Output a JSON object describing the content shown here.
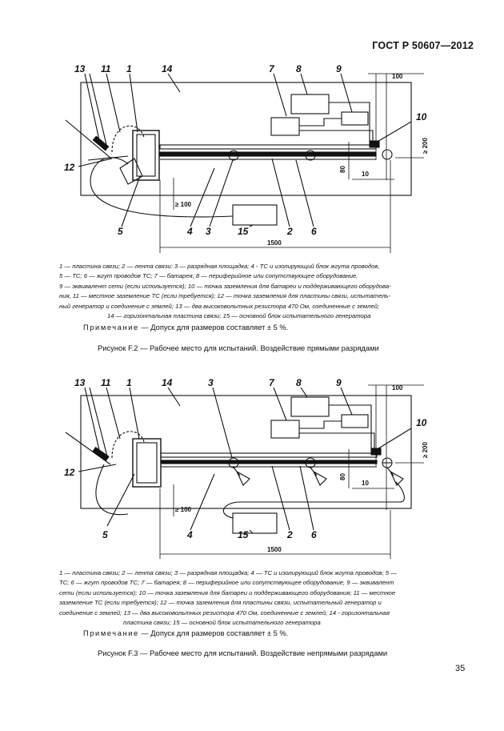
{
  "header": {
    "doc_code": "ГОСТ Р 50607—2012"
  },
  "figure_f2": {
    "labels": {
      "n13": "13",
      "n11": "11",
      "n1": "1",
      "n14": "14",
      "n7": "7",
      "n8": "8",
      "n9": "9",
      "n10": "10",
      "n12": "12",
      "n5": "5",
      "n4": "4",
      "n3": "3",
      "n15": "15",
      "n2": "2",
      "n6": "6"
    },
    "dims": {
      "d100_top": "100",
      "d200": "≥ 200",
      "d80": "80",
      "d10": "10",
      "d100_left": "≥ 100",
      "d1500": "1500"
    },
    "legend": [
      "1 — пластина связи; 2 — лента связи: 3 — разрядная площадка; 4 - ТС и изолирующий блок жгута проводов,",
      "5 — ТС; 6 — жгут проводов ТС; 7 — батарея; 8 — периферийное или сопутствующее оборудование,",
      "9 — эквивалент сети (если используется); 10 — точка заземления для батареи и поддерживающего оборудова-",
      "ния, 11 — местное заземление ТС (если требуется); 12 — точка заземления для пластины связи, испытатель-",
      "ный генератор и соединение с землей; 13 — два высоковольтных резистора 470 Ом, соединенные с землей;",
      "14 — горизонтальная пластина связи; 15 — основной блок испытательного генератора"
    ],
    "note_label": "Примечание",
    "note_text": "— Допуск для размеров составляет ± 5 %.",
    "caption": "Рисунок F.2 — Рабочее место для испытаний. Воздействие прямыми разрядами"
  },
  "figure_f3": {
    "labels": {
      "n13": "13",
      "n11": "11",
      "n1": "1",
      "n14": "14",
      "n3": "3",
      "n7": "7",
      "n8": "8",
      "n9": "9",
      "n10": "10",
      "n12": "12",
      "n5": "5",
      "n4": "4",
      "n15": "15",
      "n2": "2",
      "n6": "6"
    },
    "dims": {
      "d100_top": "100",
      "d200": "≥ 200",
      "d80": "80",
      "d10": "10",
      "d100_left": "≥ 100",
      "d1500": "1500"
    },
    "legend": [
      "1 — пластина связи; 2 — лента связи; 3 — разрядная площадка; 4 — ТС и изолирующий блок жгута проводов; 5 —",
      "ТС; 6 — жгут проводов ТС; 7 — батарея; 8 — периферийное или сопутствующее оборудование, 9 — эквивалент",
      "сети (если используется); 10 — точка заземления для батареи и поддерживающего оборудования; 11 — местное",
      "заземление ТС (если требуется); 12 — точка заземления для пластины связи, испытательный генератор и",
      "соединение с землей; 13 — два высоковольтных резистора 470 Ом, соединенные с землей; 14 - горизонтальная",
      "пластина связи; 15 — основной блок испытательного генератора"
    ],
    "note_label": "Примечание",
    "note_text": "— Допуск для размеров составляет ± 5 %.",
    "caption": "Рисунок F.3 — Рабочее место для испытаний. Воздействие непрямыми разрядами"
  },
  "footer": {
    "page_number": "35"
  }
}
